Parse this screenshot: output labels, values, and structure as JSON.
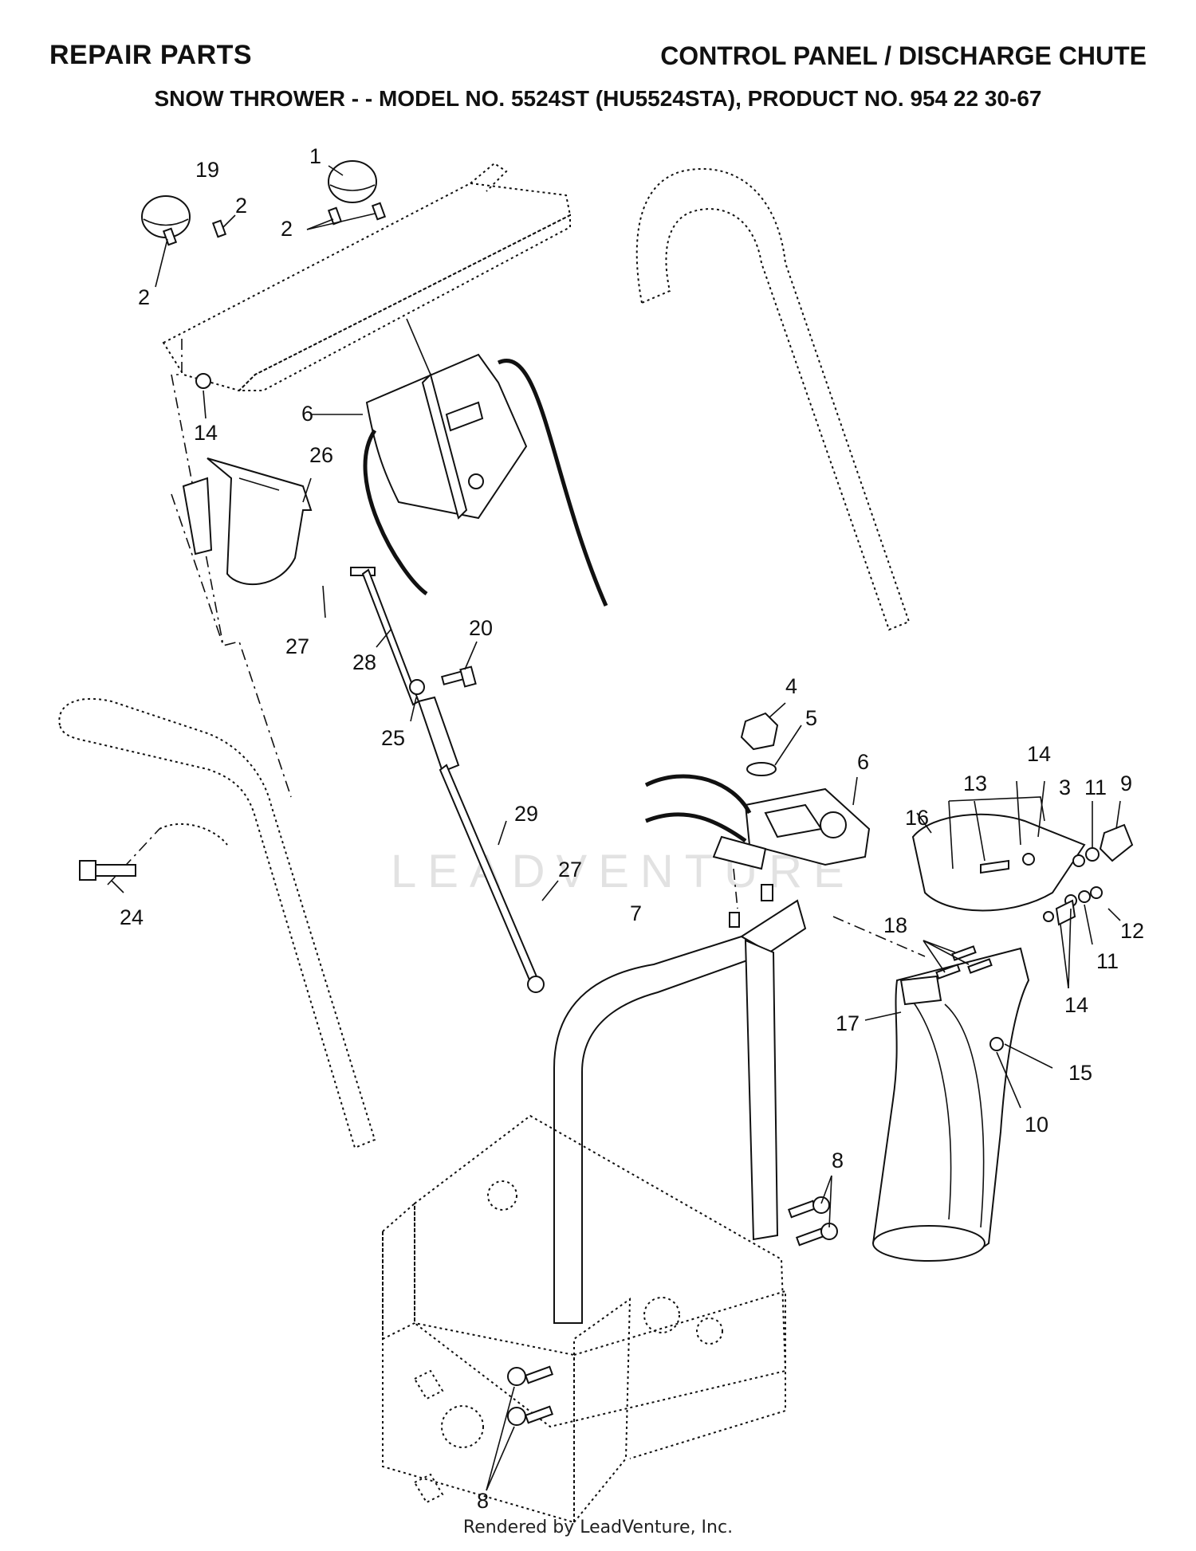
{
  "header": {
    "left": "REPAIR PARTS",
    "right": "CONTROL PANEL / DISCHARGE CHUTE",
    "subtitle": "SNOW THROWER - - MODEL NO. 5524ST (HU5524STA), PRODUCT NO. 954 22 30-67"
  },
  "watermark": "LEADVENTURE",
  "footer": "Rendered by LeadVenture, Inc.",
  "callouts": [
    "1",
    "19",
    "2",
    "2",
    "2",
    "14",
    "6",
    "26",
    "27",
    "28",
    "20",
    "25",
    "29",
    "27",
    "24",
    "4",
    "5",
    "6",
    "14",
    "16",
    "13",
    "3",
    "11",
    "9",
    "12",
    "11",
    "14",
    "18",
    "17",
    "7",
    "15",
    "10",
    "8",
    "8"
  ]
}
